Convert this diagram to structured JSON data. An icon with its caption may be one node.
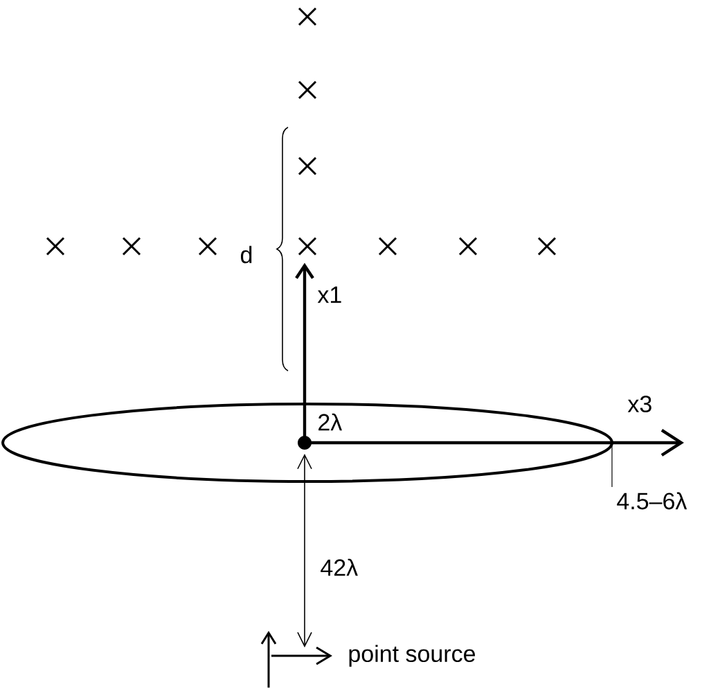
{
  "diagram": {
    "labels": [
      "d",
      "x1",
      "2λ",
      "x3",
      "4.5–6λ",
      "42λ",
      "point source"
    ]
  }
}
